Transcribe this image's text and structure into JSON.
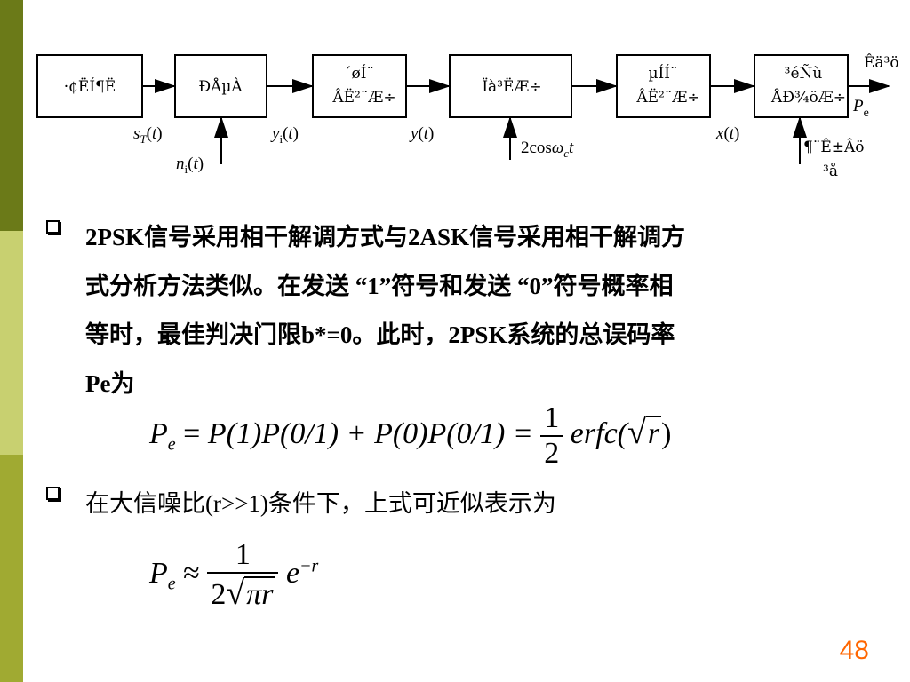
{
  "diagram": {
    "boxes": [
      "·¢ËÍ¶Ë",
      "ÐÅµÀ",
      "´øÍ¨\nÂË²¨Æ÷",
      "Ïà³ËÆ÷",
      "µÍÍ¨\nÂË²¨Æ÷",
      "³éÑù\nÅÐ¾öÆ÷"
    ],
    "signals": {
      "sT": "sT(t)",
      "ni": "ni(t)",
      "yi": "yi(t)",
      "y": "y(t)",
      "carrier": "2cosωct",
      "x": "x(t)",
      "output": "Êä³ö",
      "Pe": "Pe",
      "clock": "¶¨Ê±Âö\n³å"
    }
  },
  "bullets": [
    {
      "lines": [
        "2PSK信号采用相干解调方式与2ASK信号采用相干解调方",
        "式分析方法类似。在发送 “1”符号和发送 “0”符号概率相",
        "等时，最佳判决门限b*=0。此时，2PSK系统的总误码率",
        "Pe为"
      ]
    },
    {
      "lines": [
        "在大信噪比(r>>1)条件下，上式可近似表示为"
      ]
    }
  ],
  "formula1": {
    "lhs": "P",
    "lhs_sub": "e",
    "eq": "=",
    "expr": "P(1)P(0/1) + P(0)P(0/1) =",
    "num": "1",
    "den": "2",
    "func": "erfc(",
    "arg": "r",
    "close": ")"
  },
  "formula2": {
    "lhs": "P",
    "lhs_sub": "e",
    "approx": "≈",
    "num": "1",
    "den_coef": "2",
    "den_arg": "πr",
    "exp_base": "e",
    "exp": "−r"
  },
  "page_number": "48"
}
